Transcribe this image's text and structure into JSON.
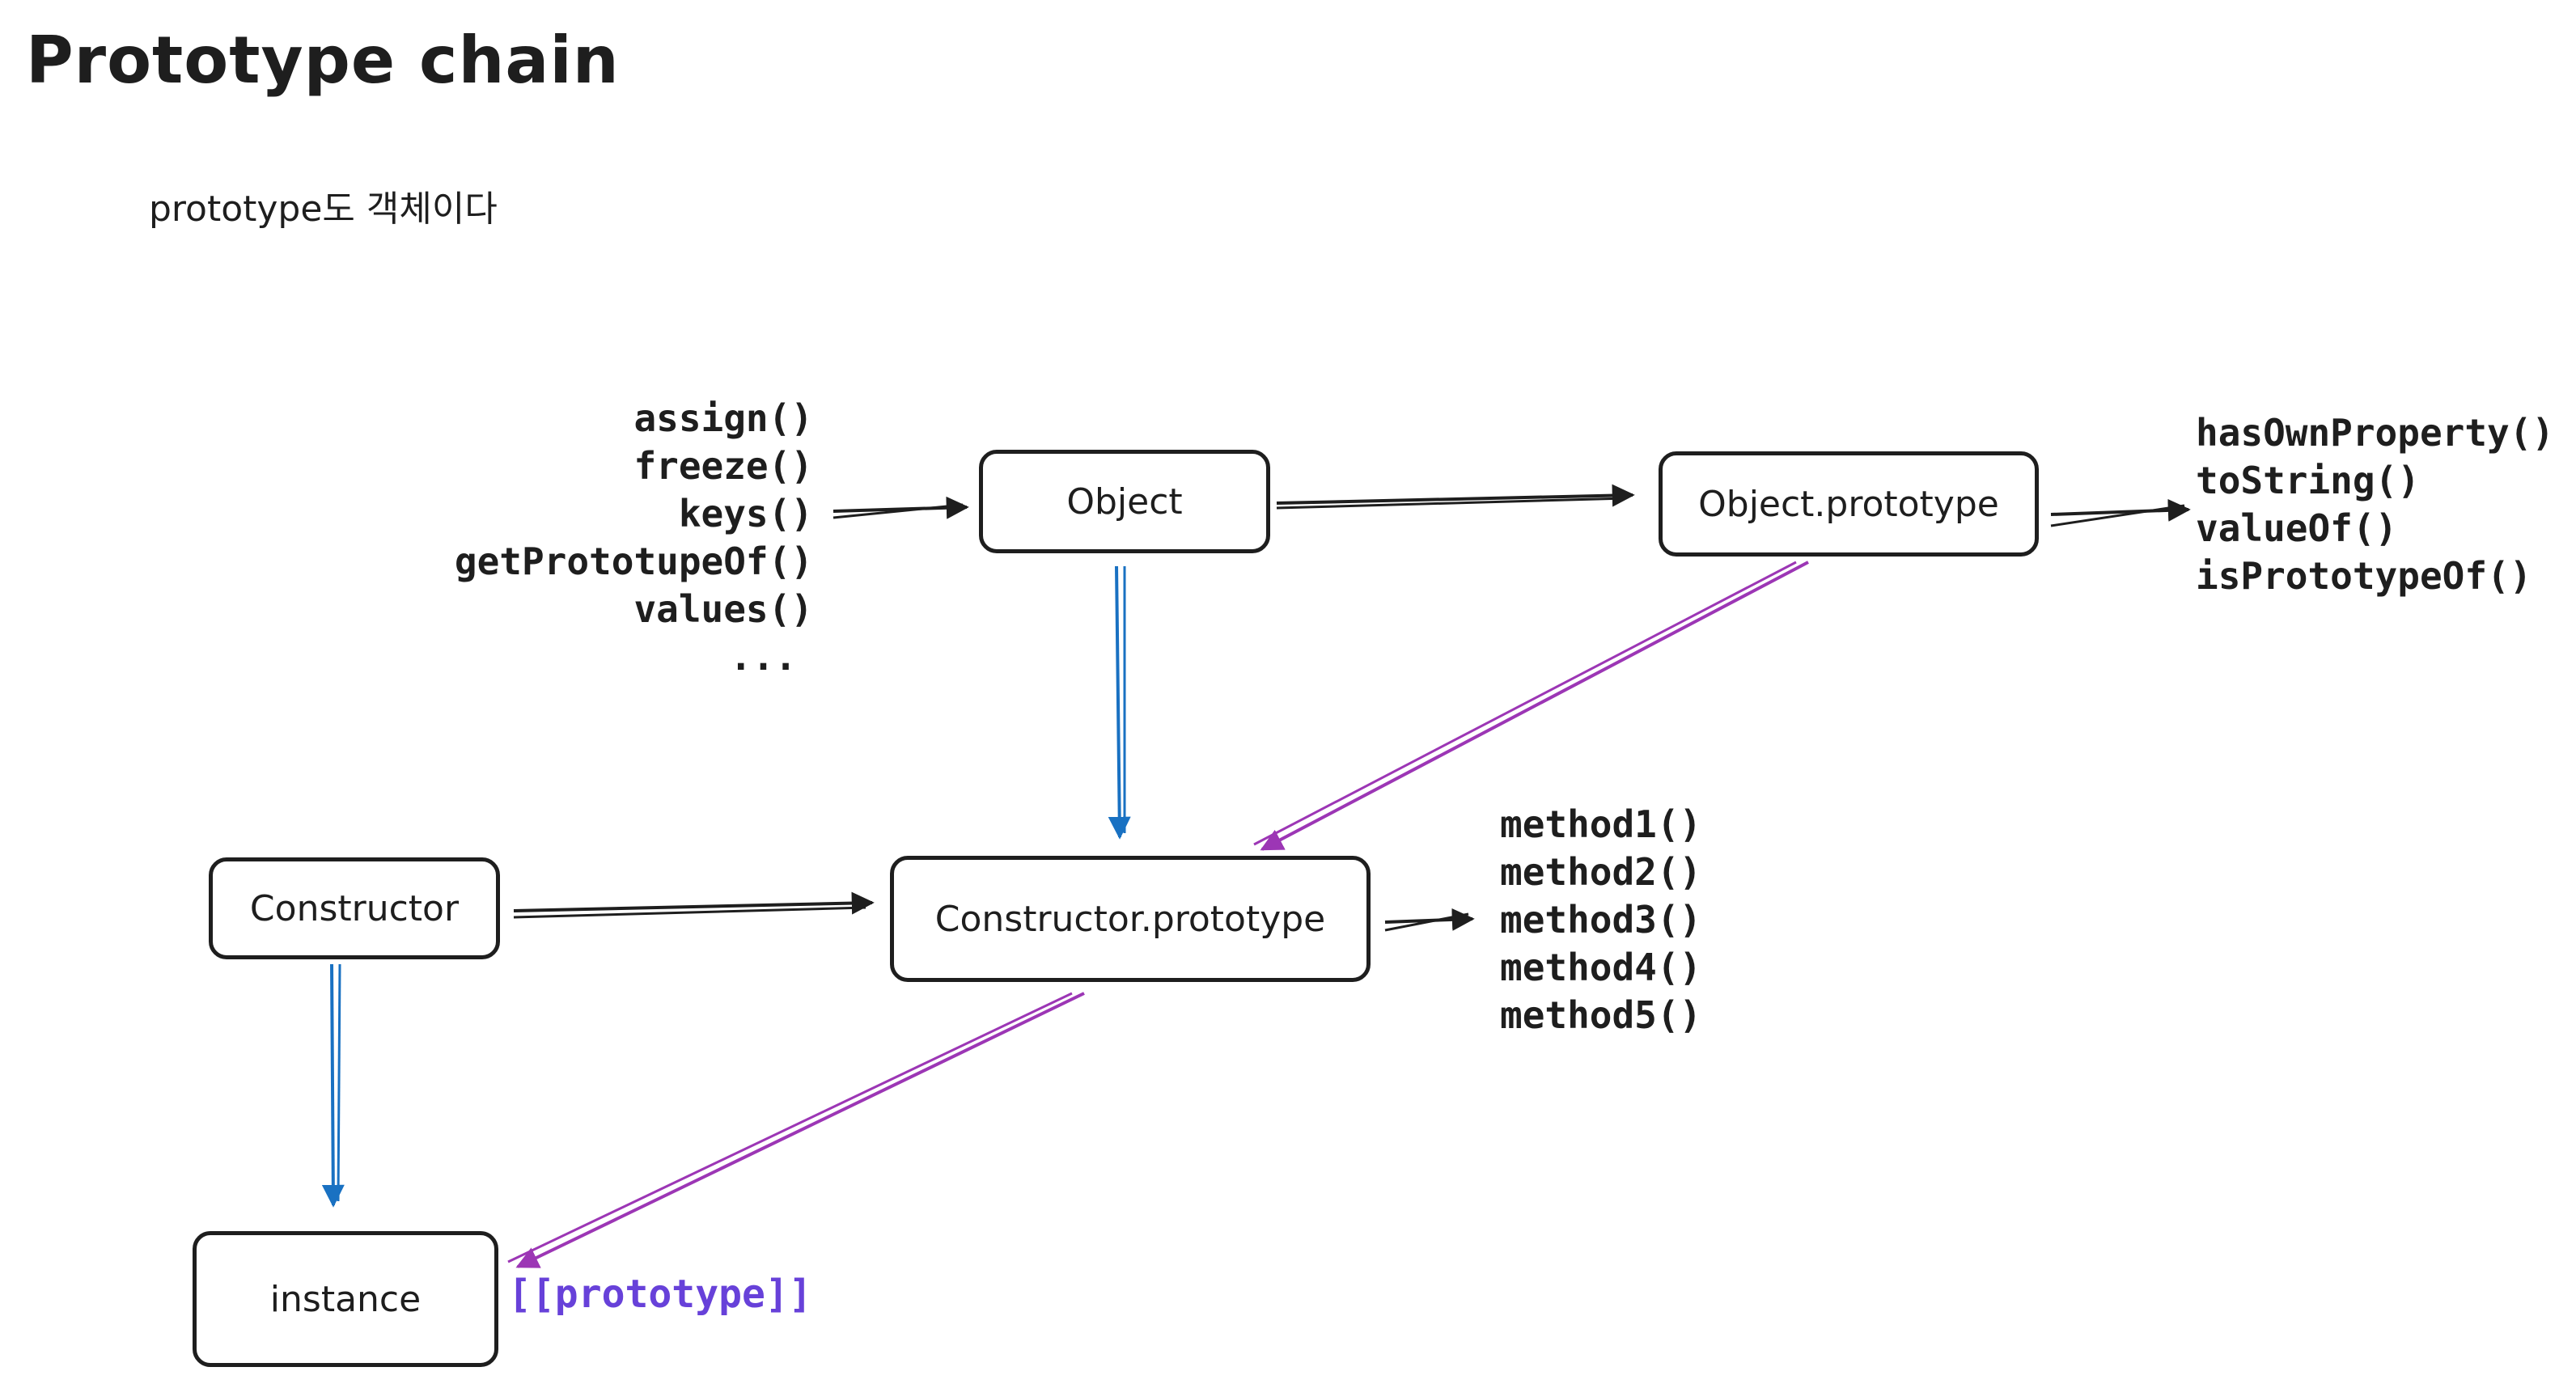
{
  "title": "Prototype chain",
  "subtitle": "prototype도 객체이다",
  "nodes": {
    "object": "Object",
    "object_prototype": "Object.prototype",
    "constructor": "Constructor",
    "constructor_prototype": "Constructor.prototype",
    "instance": "instance"
  },
  "object_methods": [
    "assign()",
    "freeze()",
    "keys()",
    "getPrototupeOf()",
    "values()",
    "..."
  ],
  "object_prototype_methods": [
    "hasOwnProperty()",
    "toString()",
    "valueOf()",
    "isPrototypeOf()"
  ],
  "constructor_prototype_methods": [
    "method1()",
    "method2()",
    "method3()",
    "method4()",
    "method5()"
  ],
  "prototype_label": "[[prototype]]",
  "colors": {
    "ink": "#1e1e1e",
    "constructs": "#1971c2",
    "prototype_link": "#9c36b5",
    "label": "#6741d9"
  }
}
